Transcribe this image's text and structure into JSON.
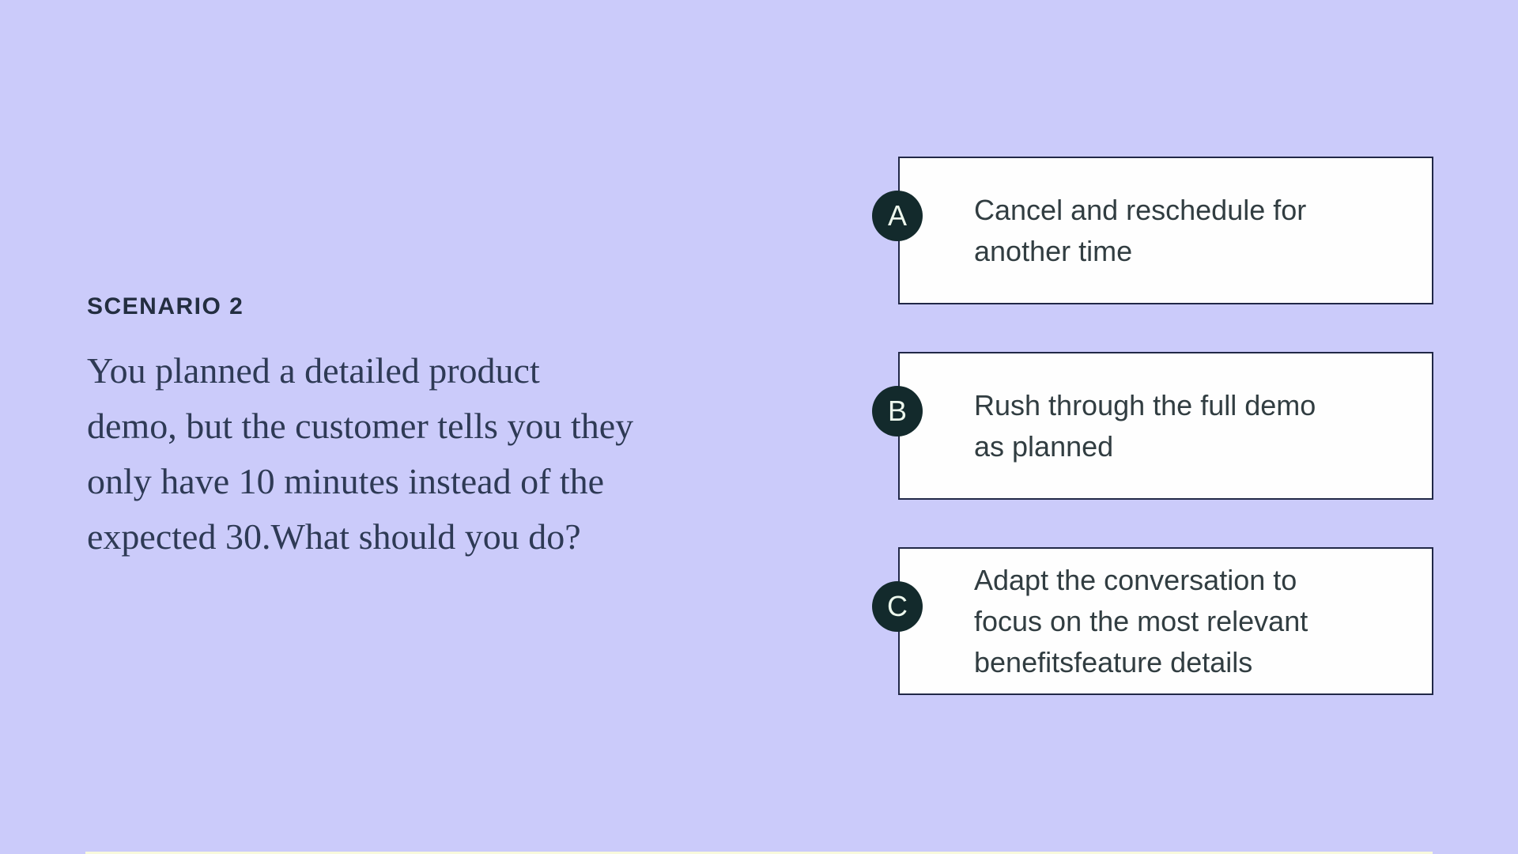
{
  "colors": {
    "background": "#CBCBFA",
    "card_background": "#FEFEFE",
    "card_border": "#212847",
    "badge_background": "#132A2C",
    "badge_text": "#EDF8ED",
    "heading_text": "#232E40",
    "question_text": "#2E3A55",
    "option_text": "#313D41",
    "bottom_strip": "#F8F9DC"
  },
  "scenario": {
    "label": "SCENARIO 2",
    "question": "You planned a detailed product demo, but the customer tells you they only have 10 minutes instead of the expected 30.What should you do?",
    "question_lines": [
      "You planned a detailed product",
      "demo, but the customer tells you they",
      "only have 10 minutes instead of the",
      "expected 30.What should you do?"
    ]
  },
  "options": [
    {
      "letter": "A",
      "text": "Cancel and reschedule for another time",
      "lines": [
        "Cancel and reschedule for",
        "another time"
      ]
    },
    {
      "letter": "B",
      "text": "Rush through the full demo as planned",
      "lines": [
        "Rush through the full demo",
        "as planned"
      ]
    },
    {
      "letter": "C",
      "text": "Adapt the conversation to focus on the most relevant benefitsfeature details",
      "lines": [
        "Adapt the conversation to",
        "focus on the most relevant",
        "benefitsfeature details"
      ]
    }
  ]
}
